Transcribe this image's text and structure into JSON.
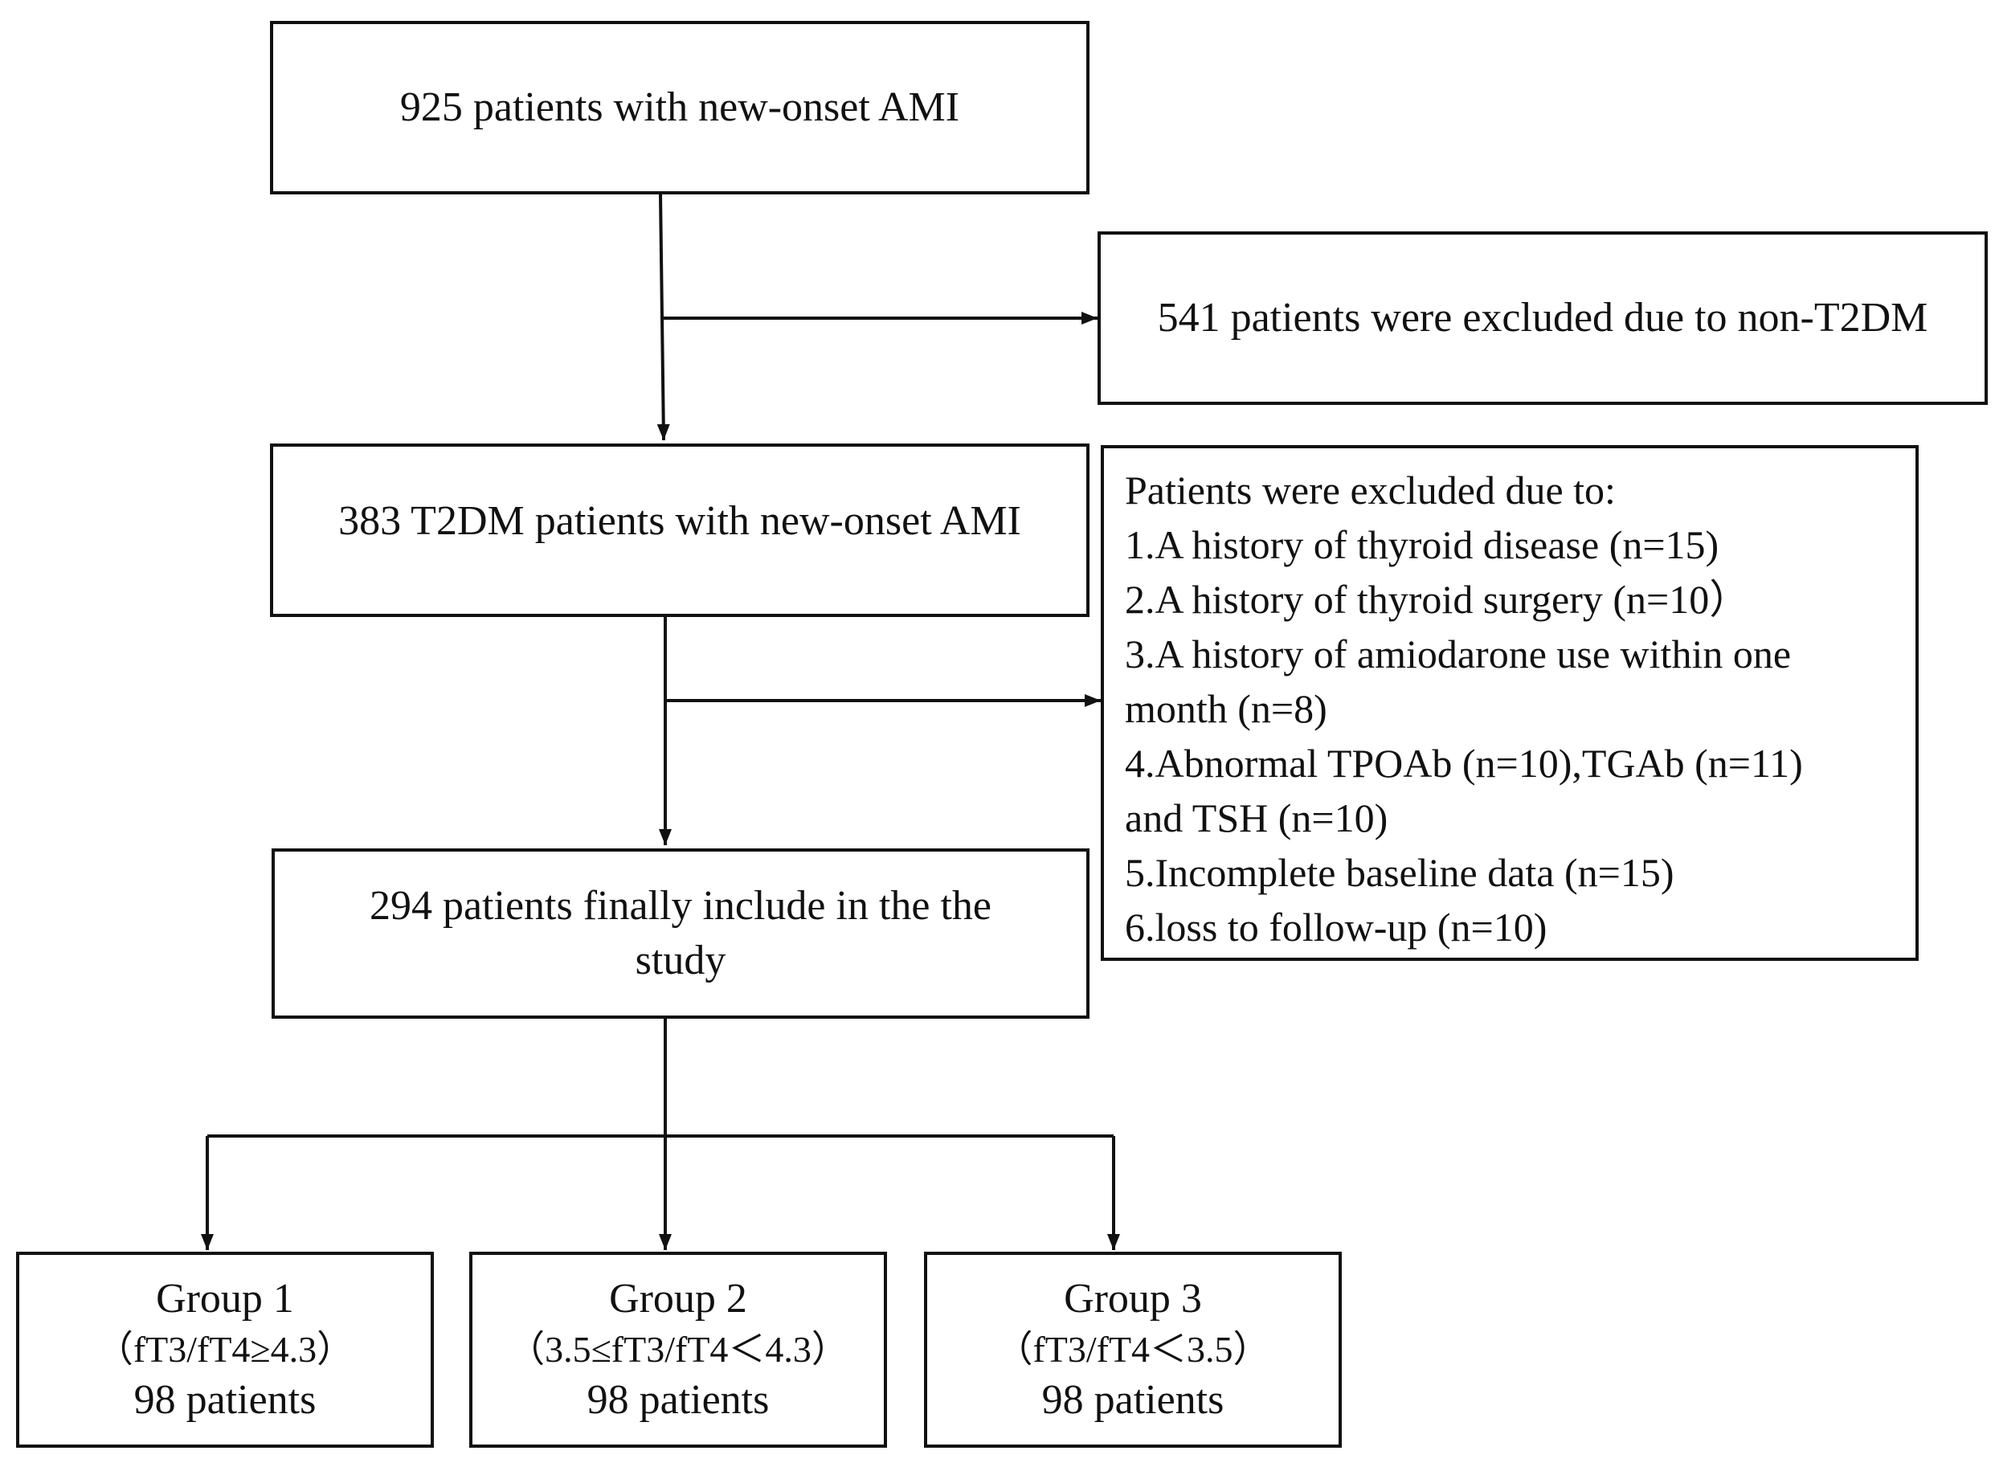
{
  "boxes": {
    "total": "925 patients with new-onset AMI",
    "excluded_non_t2dm": "541 patients were excluded due to non-T2DM",
    "t2dm": "383 T2DM patients with new-onset AMI",
    "exclusion": {
      "title": "Patients were excluded due to:",
      "lines": [
        "1.A history of thyroid disease (n=15)",
        "2.A history of thyroid surgery (n=10）",
        "3.A history of amiodarone use within one",
        "month (n=8)",
        "4.Abnormal TPOAb (n=10),TGAb (n=11)",
        "and TSH (n=10)",
        "5.Incomplete baseline data (n=15)",
        "6.loss to follow-up (n=10)"
      ]
    },
    "final": {
      "line1": "294 patients finally include in the the",
      "line2": "study"
    },
    "groups": [
      {
        "name": "Group 1",
        "criteria": "（fT3/fT4≥4.3）",
        "count": "98 patients"
      },
      {
        "name": "Group 2",
        "criteria": "（3.5≤fT3/fT4＜4.3）",
        "count": "98 patients"
      },
      {
        "name": "Group 3",
        "criteria": "（fT3/fT4＜3.5）",
        "count": "98 patients"
      }
    ]
  },
  "colors": {
    "stroke": "#111111",
    "background": "#ffffff"
  }
}
